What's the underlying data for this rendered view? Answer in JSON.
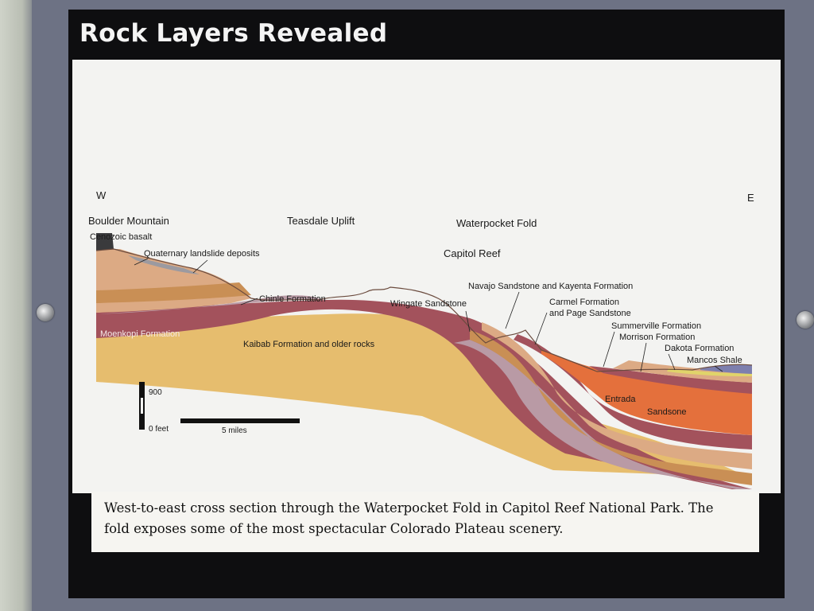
{
  "title": "Rock Layers Revealed",
  "directions": {
    "west": "W",
    "east": "E"
  },
  "places": {
    "boulder_mountain": "Boulder Mountain",
    "teasdale_uplift": "Teasdale  Uplift",
    "waterpocket_fold": "Waterpocket Fold",
    "capitol_reef": "Capitol Reef"
  },
  "formations": {
    "cenozoic_basalt": "Cenozoic basalt",
    "quaternary_landslide": "Quaternary landslide deposits",
    "chinle": "Chinle Formation",
    "moenkopi": "Moenkopi Formation",
    "kaibab": "Kaibab Formation and older rocks",
    "wingate": "Wingate Sandstone",
    "navajo": "Navajo Sandstone and Kayenta Formation",
    "carmel_1": "Carmel Formation",
    "carmel_2": "and Page Sandstone",
    "summerville": "Summerville Formation",
    "morrison": "Morrison Formation",
    "dakota": "Dakota Formation",
    "mancos": "Mancos Shale",
    "entrada_1": "Entrada",
    "entrada_2": "Sandsone"
  },
  "scale": {
    "vertical_top": "900",
    "vertical_bottom": "0 feet",
    "horizontal": "5 miles"
  },
  "caption": "West-to-east cross section through the Waterpocket Fold in Capitol Reef National Park. The fold exposes some of the most spectacular Colorado Plateau scenery.",
  "colors": {
    "kaibab": "#e6bd6e",
    "moenkopi": "#a3525c",
    "chinle": "#b99aa5",
    "wingate_band": "#c98f55",
    "upper_tan": "#dcaa84",
    "entrada": "#e4703c",
    "mancos": "#7d7fae",
    "dakota": "#e0d46a",
    "basalt": "#3a3a3c",
    "panel": "#0e0e10",
    "diagram_bg": "#f3f3f1"
  }
}
